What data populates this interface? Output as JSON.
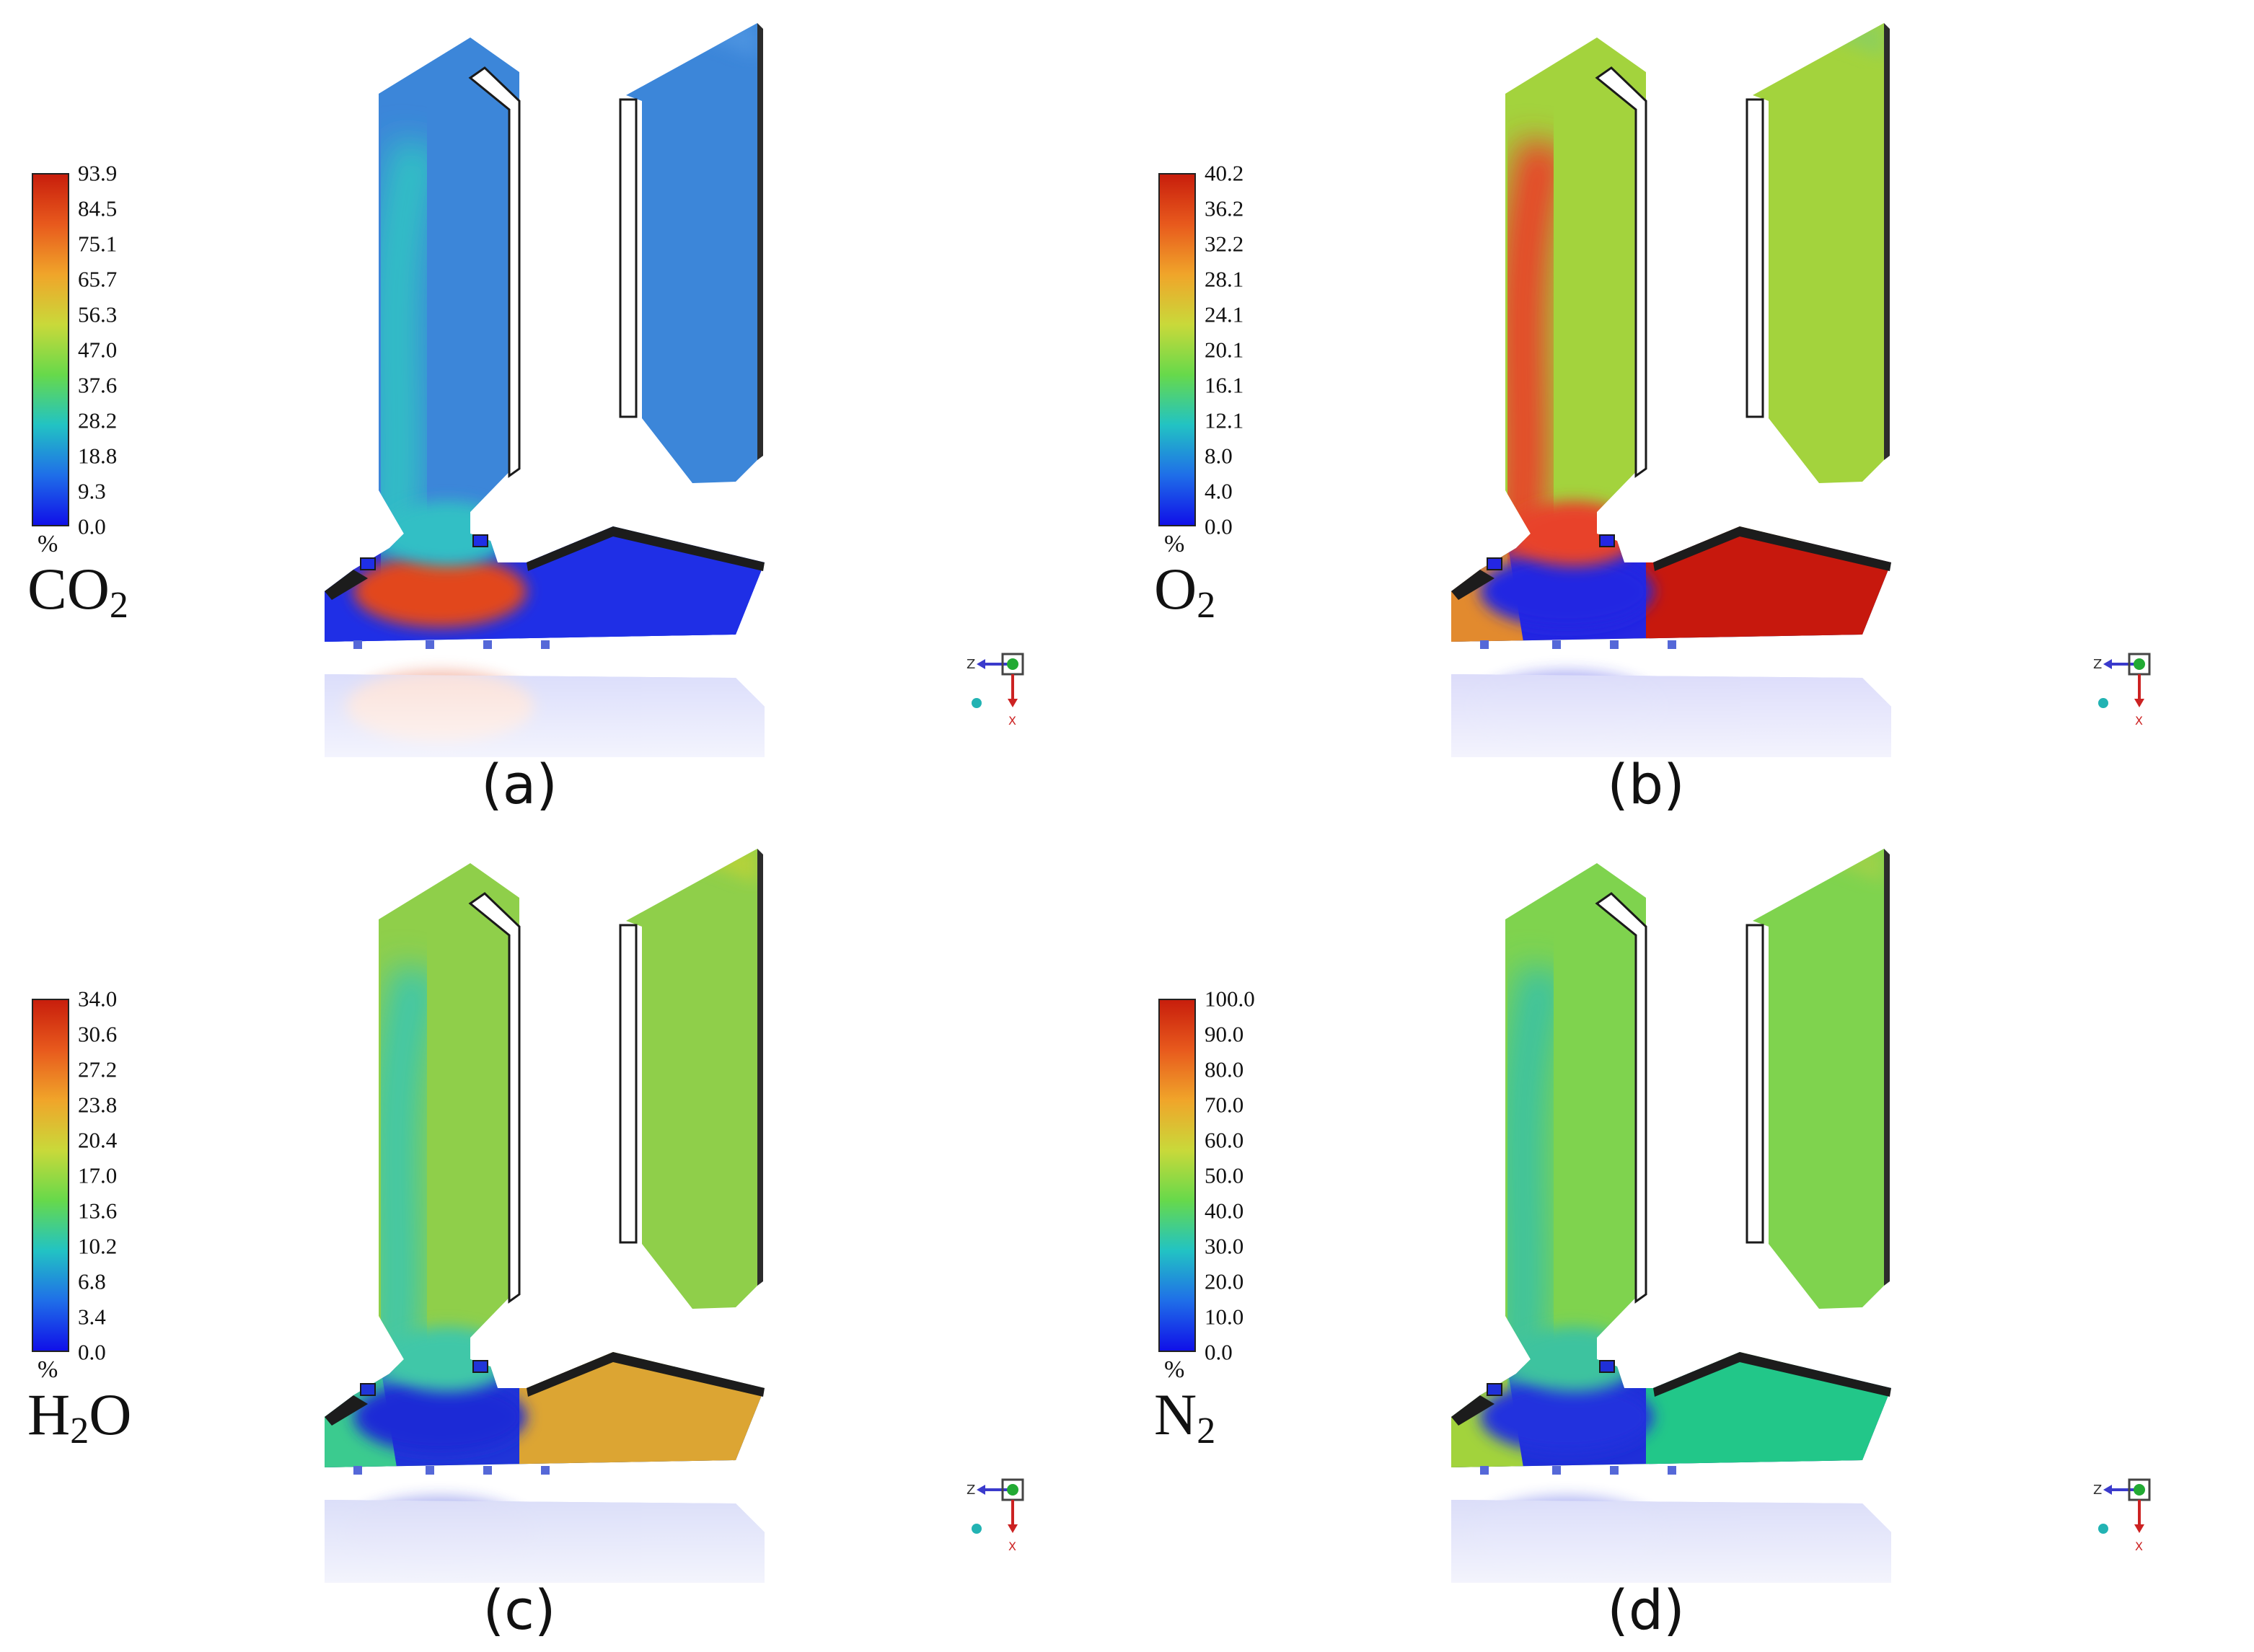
{
  "panels": [
    {
      "id": "a",
      "label": "(a)",
      "species_base": "CO",
      "species_sub": "2",
      "unit": "%",
      "colorbar_ticks": [
        "93.9",
        "84.5",
        "75.1",
        "65.7",
        "56.3",
        "47.0",
        "37.6",
        "28.2",
        "18.8",
        "9.3",
        "0.0"
      ],
      "colors": {
        "upper": "#3c86d9",
        "lower": "#1f2fe6",
        "plume": "#31bfc5",
        "core": "#e2461b",
        "right_box": "#1f2fe6",
        "left_box": "#1f2fe6",
        "top_edge": "#4b93e0"
      }
    },
    {
      "id": "b",
      "label": "(b)",
      "species_base": "O",
      "species_sub": "2",
      "unit": "%",
      "colorbar_ticks": [
        "40.2",
        "36.2",
        "32.2",
        "28.1",
        "24.1",
        "20.1",
        "16.1",
        "12.1",
        "8.0",
        "4.0",
        "0.0"
      ],
      "colors": {
        "upper": "#a3d33d",
        "lower": "#2426e2",
        "plume": "#e8422a",
        "core": "#2426e2",
        "right_box": "#c7180d",
        "left_box": "#e28a2e",
        "top_edge": "#8fd05a"
      }
    },
    {
      "id": "c",
      "label": "(c)",
      "species_base": "H",
      "species_sub": "2",
      "species_tail": "O",
      "unit": "%",
      "colorbar_ticks": [
        "34.0",
        "30.6",
        "27.2",
        "23.8",
        "20.4",
        "17.0",
        "13.6",
        "10.2",
        "6.8",
        "3.4",
        "0.0"
      ],
      "colors": {
        "upper": "#8fcf4a",
        "lower": "#2035d8",
        "plume": "#3fc7a8",
        "core": "#1d2ad6",
        "right_box": "#dca533",
        "left_box": "#3bcb8f",
        "top_edge": "#b4d23a"
      }
    },
    {
      "id": "d",
      "label": "(d)",
      "species_base": "N",
      "species_sub": "2",
      "unit": "%",
      "colorbar_ticks": [
        "100.0",
        "90.0",
        "80.0",
        "70.0",
        "60.0",
        "50.0",
        "40.0",
        "30.0",
        "20.0",
        "10.0",
        "0.0"
      ],
      "colors": {
        "upper": "#7fd34e",
        "lower": "#1f2fd8",
        "plume": "#3ec39f",
        "core": "#2230de",
        "right_box": "#22c789",
        "left_box": "#a2d33c",
        "top_edge": "#9cd14a"
      }
    }
  ],
  "colorbar_gradient": [
    "#1010e8",
    "#1f6fe8",
    "#22c3c3",
    "#67d94b",
    "#c9d93a",
    "#f0a52a",
    "#e85a1d",
    "#c81e0c"
  ],
  "triad_axes": {
    "z": "Z",
    "x": "X"
  }
}
